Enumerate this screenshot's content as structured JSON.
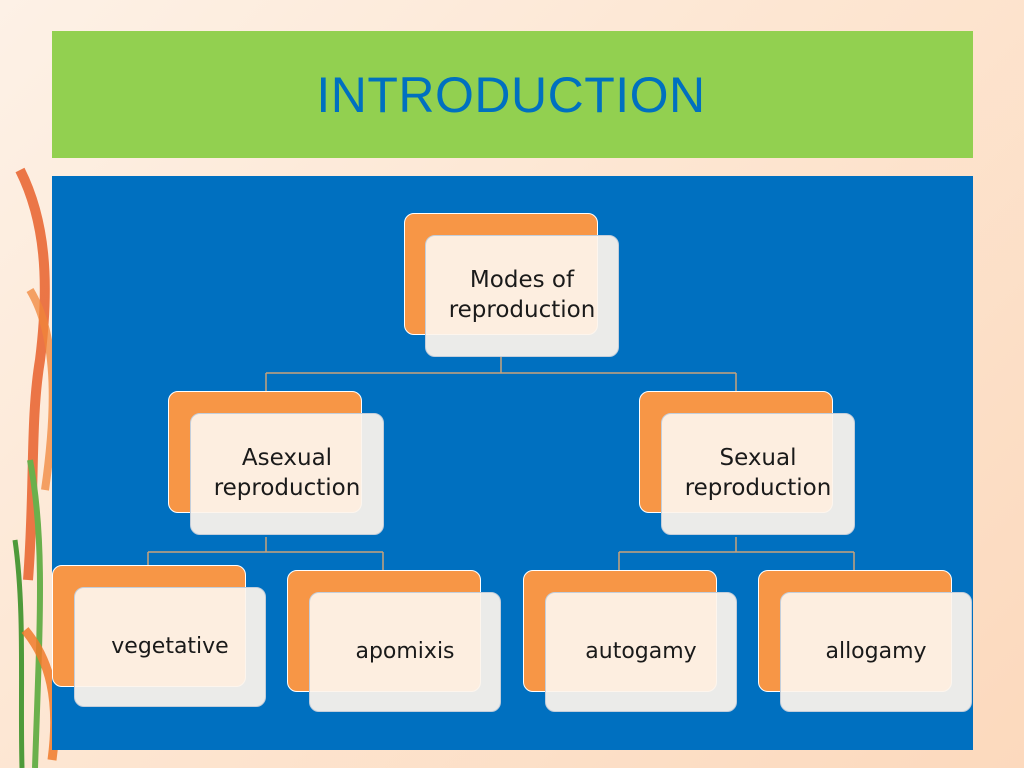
{
  "slide": {
    "title": "INTRODUCTION"
  },
  "diagram": {
    "root": {
      "line1": "Modes of",
      "line2": "reproduction"
    },
    "branches": [
      {
        "line1": "Asexual",
        "line2": "reproduction",
        "children": [
          "vegetative",
          "apomixis"
        ]
      },
      {
        "line1": "Sexual",
        "line2": "reproduction",
        "children": [
          "autogamy",
          "allogamy"
        ]
      }
    ]
  },
  "colors": {
    "title_bar": "#92d050",
    "title_text": "#0070c0",
    "panel": "#0070c0",
    "box_back": "#f79646",
    "box_front": "#fdf4ec",
    "connector": "#c9a27a"
  }
}
